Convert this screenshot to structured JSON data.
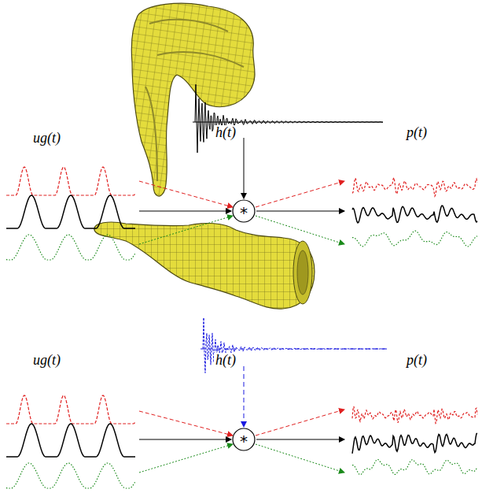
{
  "diagram": {
    "nodes": [
      {
        "text": [
          "*"
        ]
      },
      {
        "text": [
          "*"
        ]
      }
    ],
    "labels": [
      "ug(t)",
      "h(t)",
      "p(t)",
      "ug(t)",
      "h(t)",
      "p(t)"
    ]
  }
}
